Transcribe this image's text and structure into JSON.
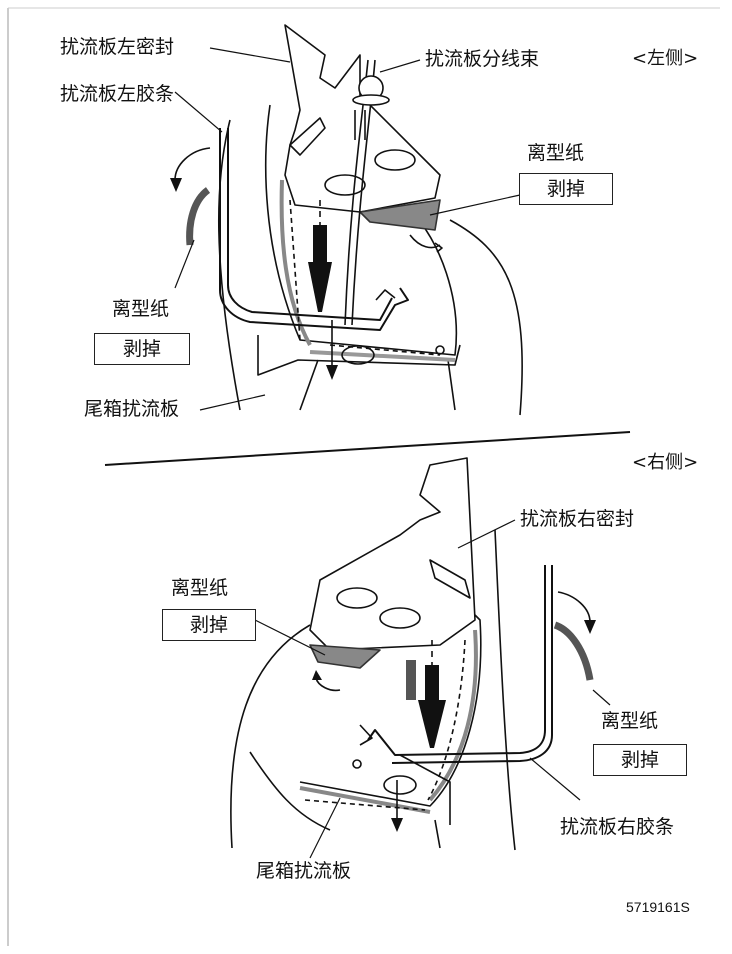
{
  "top": {
    "side_label": "<左侧>",
    "seal_label": "扰流板左密封",
    "harness_label": "扰流板分线束",
    "tape_label": "扰流板左胶条",
    "release_paper_right": "离型纸",
    "peel_right": "剥掉",
    "release_paper_left": "离型纸",
    "peel_left": "剥掉",
    "spoiler_label": "尾箱扰流板"
  },
  "bottom": {
    "side_label": "<右侧>",
    "seal_label": "扰流板右密封",
    "release_paper_left": "离型纸",
    "peel_left": "剥掉",
    "release_paper_right": "离型纸",
    "peel_right": "剥掉",
    "tape_label": "扰流板右胶条",
    "spoiler_label": "尾箱扰流板"
  },
  "figure_code": "5719161S"
}
